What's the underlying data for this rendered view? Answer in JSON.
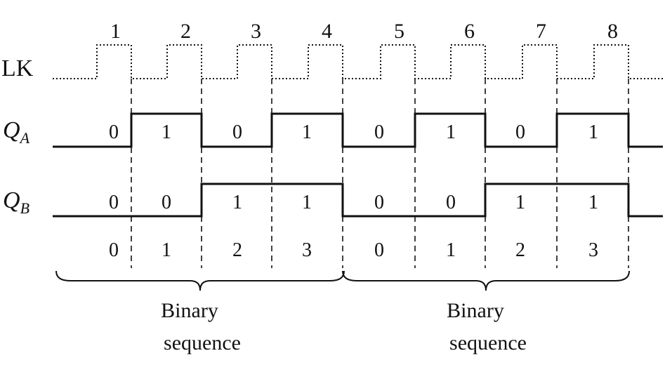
{
  "diagram": {
    "clock_label": "LK",
    "clock_pulses": [
      "1",
      "2",
      "3",
      "4",
      "5",
      "6",
      "7",
      "8"
    ],
    "signals": [
      {
        "name": "Q",
        "subscript": "A",
        "values": [
          "0",
          "1",
          "0",
          "1",
          "0",
          "1",
          "0",
          "1"
        ]
      },
      {
        "name": "Q",
        "subscript": "B",
        "values": [
          "0",
          "0",
          "1",
          "1",
          "0",
          "0",
          "1",
          "1"
        ]
      }
    ],
    "count_row": [
      "0",
      "1",
      "2",
      "3",
      "0",
      "1",
      "2",
      "3"
    ],
    "groups": [
      {
        "line1": "Binary",
        "line2": "sequence"
      },
      {
        "line1": "Binary",
        "line2": "sequence"
      }
    ],
    "colors": {
      "ink": "#111111",
      "background": "#ffffff"
    }
  }
}
